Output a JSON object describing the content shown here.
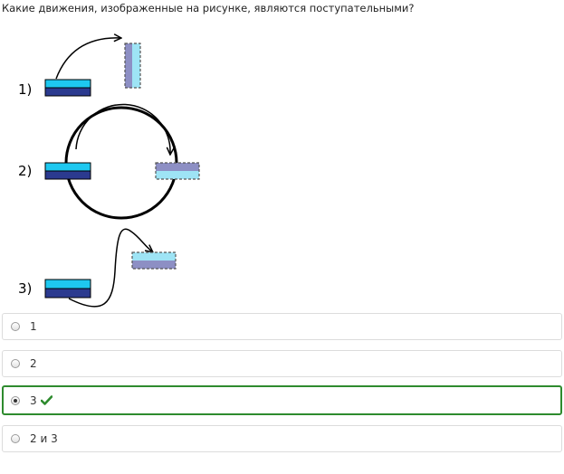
{
  "question": {
    "text": "Какие движения, изображенные на рисунке, являются поступательными?"
  },
  "figure": {
    "labels": [
      "1)",
      "2)",
      "3)"
    ]
  },
  "options": [
    {
      "label": "1",
      "selected": false,
      "correct": false
    },
    {
      "label": "2",
      "selected": false,
      "correct": false
    },
    {
      "label": "3",
      "selected": true,
      "correct": true
    },
    {
      "label": "2 и 3",
      "selected": false,
      "correct": false
    }
  ],
  "colors": {
    "bar_light": "#1ec8f0",
    "bar_dark": "#2b3a8f",
    "ghost_light": "#9ee4f5",
    "ghost_dark": "#8d8fc4",
    "correct_border": "#2e8b2e",
    "check": "#2e8b2e"
  },
  "icons": {
    "check": "check-icon"
  }
}
